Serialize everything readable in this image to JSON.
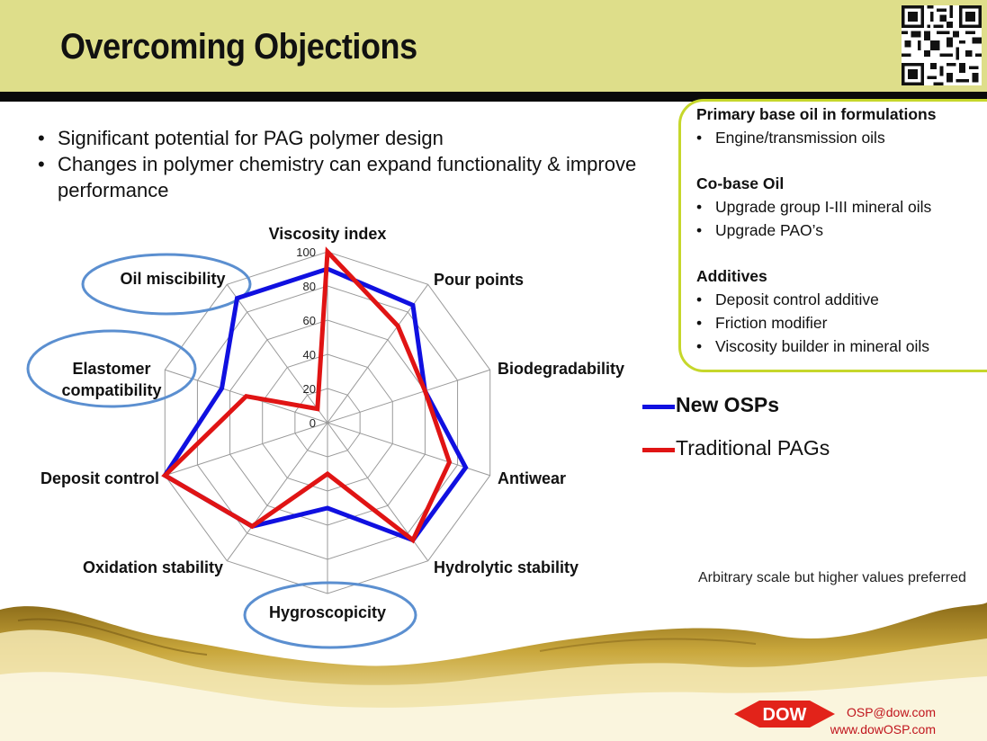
{
  "slide": {
    "title": "Overcoming Objections",
    "bullets": [
      "Significant potential for PAG polymer design",
      "Changes in polymer chemistry can expand functionality & improve performance"
    ],
    "note": "Arbitrary scale but higher values preferred"
  },
  "panel": {
    "sections": [
      {
        "heading": "Primary base oil in formulations",
        "items": [
          "Engine/transmission oils"
        ]
      },
      {
        "heading": "Co-base Oil",
        "items": [
          "Upgrade group I-III mineral oils",
          "Upgrade PAO’s"
        ]
      },
      {
        "heading": "Additives",
        "items": [
          "Deposit control additive",
          "Friction modifier",
          "Viscosity builder in mineral oils"
        ]
      }
    ],
    "border_color": "#c6d72b"
  },
  "footer": {
    "brand": "DOW",
    "email": "OSP@dow.com",
    "website": "www.dowOSP.com",
    "brand_color": "#e2231a"
  },
  "chart_data": {
    "type": "radar",
    "categories": [
      "Viscosity index",
      "Pour points",
      "Biodegradability",
      "Antiwear",
      "Hydrolytic stability",
      "Hygroscopicity",
      "Oxidation stability",
      "Deposit control",
      "Elastomer compatibility",
      "Oil miscibility"
    ],
    "highlighted_categories": [
      "Oil miscibility",
      "Elastomer compatibility",
      "Hygroscopicity"
    ],
    "highlight_color": "#5b8fd0",
    "range": [
      0,
      100
    ],
    "ticks": [
      "0",
      "20",
      "40",
      "60",
      "80",
      "100"
    ],
    "grid": true,
    "legend_position": "right",
    "series": [
      {
        "name": "New OSPs",
        "color": "#1010e0",
        "values": [
          90,
          85,
          60,
          85,
          85,
          50,
          75,
          100,
          65,
          90
        ]
      },
      {
        "name": "Traditional PAGs",
        "color": "#e01414",
        "values": [
          100,
          70,
          60,
          75,
          85,
          30,
          75,
          100,
          50,
          10
        ]
      }
    ]
  }
}
